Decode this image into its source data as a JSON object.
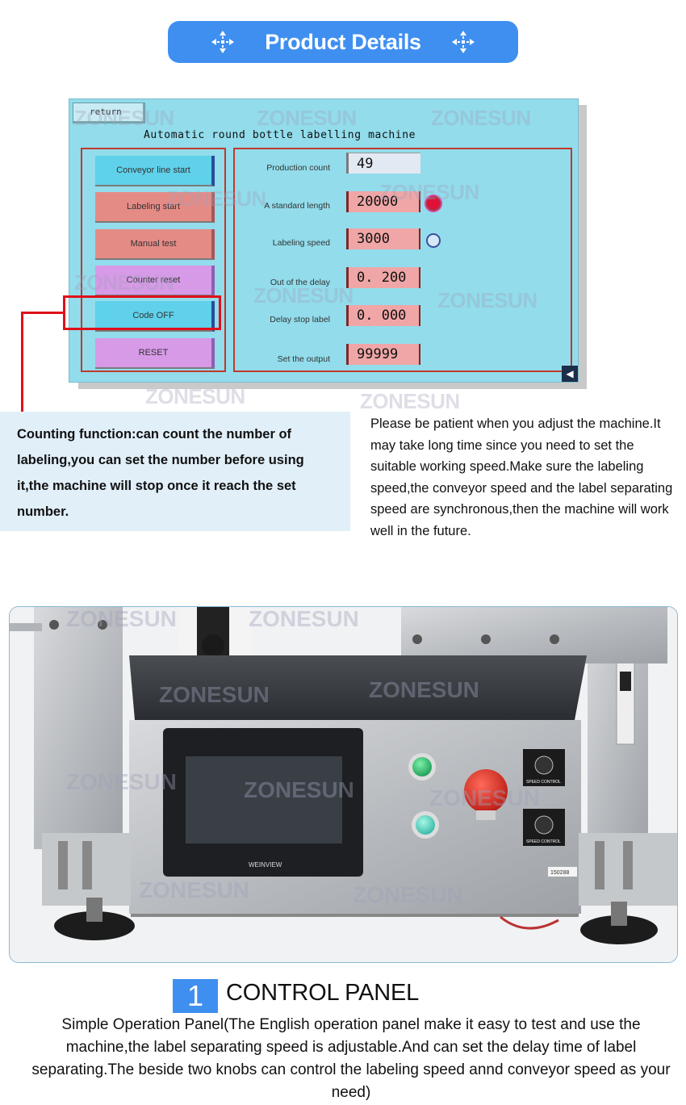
{
  "header": {
    "title": "Product Details",
    "left_icon": "move-arrows-icon",
    "right_icon": "move-arrows-icon",
    "color": "#3f8ff0"
  },
  "hmi": {
    "return_label": "return",
    "title": "Automatic round bottle labelling machine",
    "buttons": [
      {
        "label": "Conveyor line start",
        "style": "cyan"
      },
      {
        "label": "Labeling start",
        "style": "pink"
      },
      {
        "label": "Manual test",
        "style": "pink"
      },
      {
        "label": "Counter reset",
        "style": "violet"
      },
      {
        "label": "Code OFF",
        "style": "cyan"
      },
      {
        "label": "RESET",
        "style": "violet"
      }
    ],
    "params": [
      {
        "label": "Production count",
        "value": "49"
      },
      {
        "label": "A standard length",
        "value": "20000"
      },
      {
        "label": "Labeling speed",
        "value": "3000"
      },
      {
        "label": "Out of the delay",
        "value": "0. 200"
      },
      {
        "label": "Delay stop label",
        "value": "0. 000"
      },
      {
        "label": "Set the output",
        "value": "99999"
      }
    ],
    "watermark": "ZONESUN"
  },
  "counting_info": "Counting function:can count the number of labeling,you can set the number before using it,the machine will stop once it reach the set number.",
  "patience_note": "Please be patient when you adjust the machine.It may take long time since you need to set the suitable working speed.Make sure the labeling speed,the conveyor speed and the label separating speed are synchronous,then the machine will work well in the future.",
  "photo": {
    "screen_brand": "WEINVIEW",
    "knob1_label": "SPEED CONTROL",
    "knob2_label": "SPEED CONTROL",
    "serial": "150288",
    "watermark": "ZONESUN"
  },
  "section": {
    "number": "1",
    "title": "CONTROL PANEL",
    "description": "Simple Operation Panel(The English operation panel make it easy to test and use the machine,the label separating speed is adjustable.And can set the delay time of label separating.The beside two knobs can control the labeling speed annd conveyor speed as your need)"
  }
}
